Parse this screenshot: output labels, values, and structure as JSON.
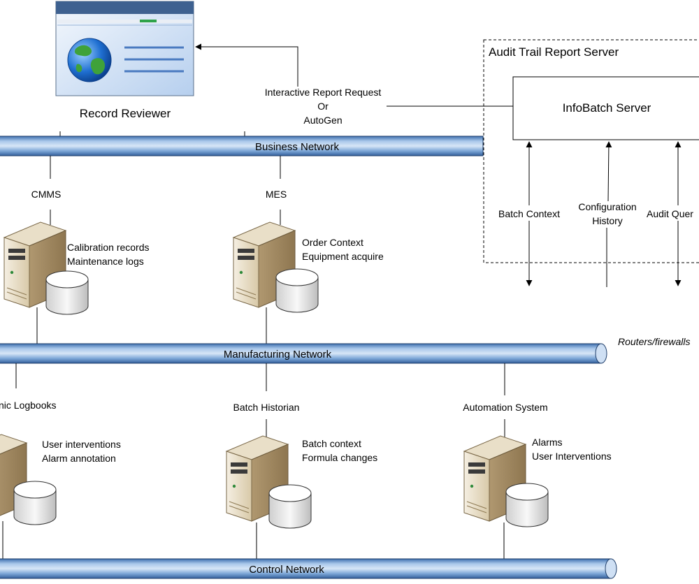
{
  "record_reviewer": {
    "label": "Record Reviewer"
  },
  "report_request": {
    "line1": "Interactive Report Request",
    "line2": "Or",
    "line3": "AutoGen"
  },
  "audit_server": {
    "title": "Audit Trail Report Server",
    "infobatch": "InfoBatch Server",
    "batch_context": "Batch Context",
    "configuration_history_1": "Configuration",
    "configuration_history_2": "History",
    "audit_query": "Audit Quer"
  },
  "networks": {
    "business": "Business Network",
    "manufacturing": "Manufacturing Network",
    "control": "Control Network",
    "routers": "Routers/firewalls"
  },
  "systems": {
    "cmms": {
      "name": "CMMS",
      "line1": "Calibration records",
      "line2": "Maintenance logs"
    },
    "mes": {
      "name": "MES",
      "line1": "Order Context",
      "line2": "Equipment acquire"
    },
    "logbooks": {
      "name": "nic Logbooks",
      "line1": "User interventions",
      "line2": "Alarm annotation"
    },
    "historian": {
      "name": "Batch Historian",
      "line1": "Batch context",
      "line2": "Formula changes"
    },
    "automation": {
      "name": "Automation System",
      "line1": "Alarms",
      "line2": "User Interventions"
    }
  },
  "colors": {
    "network_pipe": "#5b8ec7",
    "network_pipe_light": "#bcd4ee",
    "server_body": "#d6c6a5",
    "server_front": "#eee6d4",
    "screen_blue": "#4a7ac0"
  }
}
